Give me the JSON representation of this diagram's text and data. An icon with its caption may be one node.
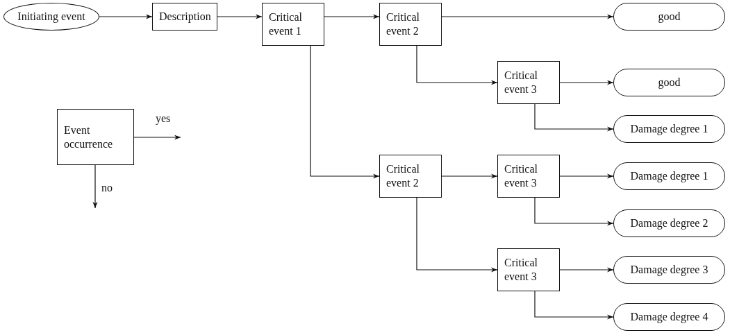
{
  "diagram": {
    "nodes": [
      {
        "text": [
          "Initiating event"
        ]
      },
      {
        "text": [
          "Description"
        ]
      },
      {
        "text": [
          "Critical event 1"
        ]
      },
      {
        "text": [
          "Critical event 2"
        ]
      },
      {
        "text": [
          "good"
        ]
      },
      {
        "text": [
          "Critical event 3"
        ]
      },
      {
        "text": [
          "good"
        ]
      },
      {
        "text": [
          "Damage degree 1"
        ]
      },
      {
        "text": [
          "Critical event 2"
        ]
      },
      {
        "text": [
          "Critical event 3"
        ]
      },
      {
        "text": [
          "Damage degree 1"
        ]
      },
      {
        "text": [
          "Damage degree 2"
        ]
      },
      {
        "text": [
          "Critical event 3"
        ]
      },
      {
        "text": [
          "Damage degree 3"
        ]
      },
      {
        "text": [
          "Damage degree 4"
        ]
      },
      {
        "text": [
          "Event occurrence"
        ]
      }
    ],
    "edges": [
      {
        "from": 0,
        "to": 1,
        "arrow": "to"
      },
      {
        "from": 1,
        "to": 2,
        "arrow": "to"
      },
      {
        "from": 2,
        "to": 3,
        "arrow": "to"
      },
      {
        "from": 3,
        "to": 4,
        "arrow": "to"
      },
      {
        "from": 3,
        "to": 5,
        "arrow": "to"
      },
      {
        "from": 5,
        "to": 6,
        "arrow": "to"
      },
      {
        "from": 5,
        "to": 7,
        "arrow": "to"
      },
      {
        "from": 2,
        "to": 8,
        "arrow": "to"
      },
      {
        "from": 8,
        "to": 9,
        "arrow": "to"
      },
      {
        "from": 9,
        "to": 10,
        "arrow": "to"
      },
      {
        "from": 9,
        "to": 11,
        "arrow": "to"
      },
      {
        "from": 8,
        "to": 12,
        "arrow": "to"
      },
      {
        "from": 12,
        "to": 13,
        "arrow": "to"
      },
      {
        "from": 12,
        "to": 14,
        "arrow": "to"
      },
      {
        "from": 15,
        "to": null,
        "arrow": "to",
        "label": "yes"
      },
      {
        "from": 15,
        "to": null,
        "arrow": "to",
        "label": "no"
      }
    ]
  }
}
